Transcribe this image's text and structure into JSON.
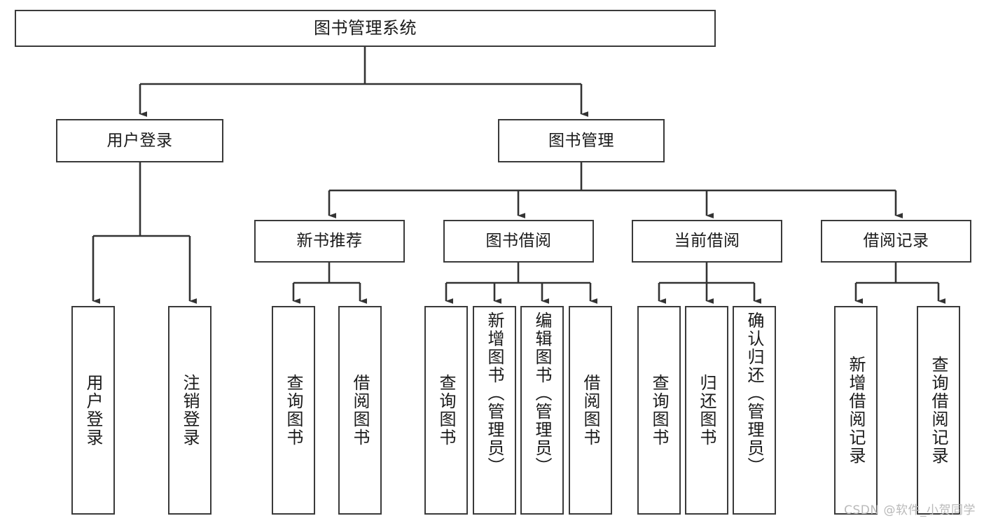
{
  "diagram": {
    "title": "图书管理系统",
    "type": "tree-hierarchy",
    "colors": {
      "box_stroke": "#3a3a3a",
      "box_fill": "#ffffff",
      "edge_stroke": "#333333",
      "text": "#1a1a1a",
      "watermark": "#b9b9b9",
      "background": "#ffffff"
    },
    "watermark": "CSDN @软件_小贺同学",
    "levels": 4
  },
  "nodes": {
    "root": {
      "id": "root",
      "label": "图书管理系统",
      "level": 1,
      "orientation": "horizontal"
    },
    "level2": [
      {
        "id": "user-login",
        "label": "用户登录",
        "level": 2,
        "orientation": "horizontal"
      },
      {
        "id": "book-manage",
        "label": "图书管理",
        "level": 2,
        "orientation": "horizontal"
      }
    ],
    "level3": [
      {
        "id": "new-book-recommend",
        "label": "新书推荐",
        "level": 3,
        "orientation": "horizontal",
        "parent": "book-manage"
      },
      {
        "id": "book-borrow",
        "label": "图书借阅",
        "level": 3,
        "orientation": "horizontal",
        "parent": "book-manage"
      },
      {
        "id": "current-borrow",
        "label": "当前借阅",
        "level": 3,
        "orientation": "horizontal",
        "parent": "book-manage"
      },
      {
        "id": "borrow-record",
        "label": "借阅记录",
        "level": 3,
        "orientation": "horizontal",
        "parent": "book-manage"
      }
    ],
    "leaves": [
      {
        "id": "leaf-user-login",
        "label": "用户登录",
        "parent": "user-login",
        "orientation": "vertical"
      },
      {
        "id": "leaf-logout-login",
        "label": "注销登录",
        "parent": "user-login",
        "orientation": "vertical"
      },
      {
        "id": "leaf-query-book-1",
        "label": "查询图书",
        "parent": "new-book-recommend",
        "orientation": "vertical"
      },
      {
        "id": "leaf-borrow-book-1",
        "label": "借阅图书",
        "parent": "new-book-recommend",
        "orientation": "vertical"
      },
      {
        "id": "leaf-query-book-2",
        "label": "查询图书",
        "parent": "book-borrow",
        "orientation": "vertical"
      },
      {
        "id": "leaf-add-book",
        "label": "新增图书（管理员）",
        "parent": "book-borrow",
        "orientation": "vertical"
      },
      {
        "id": "leaf-edit-book",
        "label": "编辑图书（管理员）",
        "parent": "book-borrow",
        "orientation": "vertical"
      },
      {
        "id": "leaf-borrow-book-2",
        "label": "借阅图书",
        "parent": "book-borrow",
        "orientation": "vertical"
      },
      {
        "id": "leaf-query-book-3",
        "label": "查询图书",
        "parent": "current-borrow",
        "orientation": "vertical"
      },
      {
        "id": "leaf-return-book",
        "label": "归还图书",
        "parent": "current-borrow",
        "orientation": "vertical"
      },
      {
        "id": "leaf-confirm-return",
        "label": "确认归还（管理员）",
        "parent": "current-borrow",
        "orientation": "vertical"
      },
      {
        "id": "leaf-add-record",
        "label": "新增借阅记录",
        "parent": "borrow-record",
        "orientation": "vertical"
      },
      {
        "id": "leaf-query-record",
        "label": "查询借阅记录",
        "parent": "borrow-record",
        "orientation": "vertical"
      }
    ]
  }
}
